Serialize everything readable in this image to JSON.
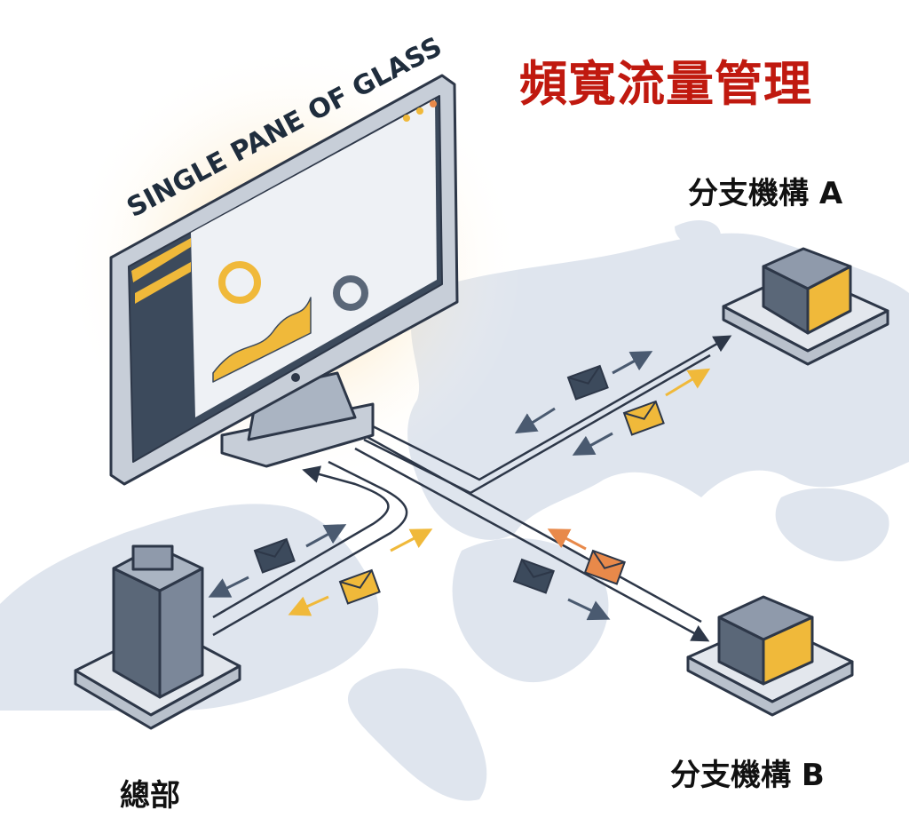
{
  "title": "頻寬流量管理",
  "monitor_banner": "SINGLE PANE OF GLASS",
  "nodes": {
    "headquarters": "總部",
    "branch_a": "分支機構 A",
    "branch_b": "分支機構 B"
  },
  "colors": {
    "title": "#c0190f",
    "accent_yellow": "#f0b93a",
    "accent_orange": "#e8894a",
    "dark_slate": "#3c4a5c",
    "map": "#dfe5ee"
  }
}
